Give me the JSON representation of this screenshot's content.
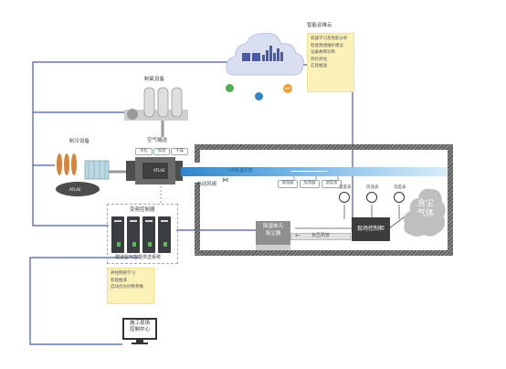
{
  "cloud": {
    "title": "智能运维云",
    "items": [
      "机器学习及性能分析",
      "智能预测维护建议",
      "设备故障诊断",
      "风险评估",
      "信息推送"
    ],
    "app_label": "APP"
  },
  "oxygen": {
    "title": "制氧设备"
  },
  "cooling": {
    "title": "制冷设备",
    "brand": "ATLAS"
  },
  "air_unit": {
    "title": "空气输送",
    "tabs": [
      "净化",
      "加湿",
      "干燥"
    ],
    "brand": "ATLAS"
  },
  "pipe": {
    "label": "UP保温风管"
  },
  "valve": {
    "label": "电动风阀"
  },
  "outlets": [
    "调温器",
    "加湿器",
    "温度表"
  ],
  "sensors": [
    "湿度表",
    "风速表",
    "温度表"
  ],
  "dust_cloud": {
    "line1": "含尘",
    "line2": "气体"
  },
  "field_control": {
    "label": "现场控制柜"
  },
  "dust_remover": {
    "line1": "除湿",
    "line2": "单元",
    "line3": "除尘器"
  },
  "neg_pressure": {
    "label": "负压风管"
  },
  "controller": {
    "title": "变频控制器",
    "subtitle": "隧道空气智能供送系统",
    "features": [
      "神经网络学习",
      "智能推演",
      "自动优化控制参数"
    ]
  },
  "monitor": {
    "line1": "施工现场",
    "line2": "控制中心"
  },
  "colors": {
    "line_blue": "#4a5aa8",
    "pipe_blue": "#2f86c9",
    "box_yellow": "#fbf1b9",
    "tunnel_gray": "#6f6f6f"
  }
}
